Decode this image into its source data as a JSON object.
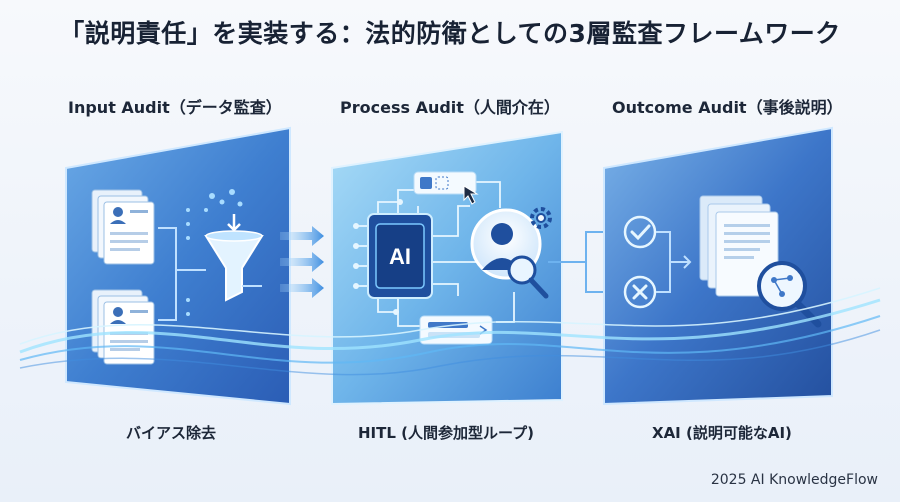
{
  "title": "「説明責任」を実装する：法的防衛としての3層監査フレームワーク",
  "stages": [
    {
      "heading": "Input Audit（データ監査）",
      "caption": "バイアス除去",
      "ai_chip_label": ""
    },
    {
      "heading": "Process Audit（人間介在）",
      "caption": "HITL (人間参加型ループ)",
      "ai_chip_label": "AI"
    },
    {
      "heading": "Outcome Audit（事後説明）",
      "caption": "XAI (説明可能なAI)",
      "ai_chip_label": ""
    }
  ],
  "credit": "2025 AI KnowledgeFlow",
  "icons": [
    "document-stack-icon",
    "funnel-icon",
    "ai-chip-icon",
    "person-icon",
    "magnifier-icon",
    "gear-icon",
    "cursor-icon",
    "check-icon",
    "cross-icon",
    "report-icon"
  ],
  "colors": {
    "panel_dark": "#2f63b9",
    "panel_light": "#8fc4ee",
    "accent": "#2c7fd9",
    "glow": "#9fe3ff"
  }
}
